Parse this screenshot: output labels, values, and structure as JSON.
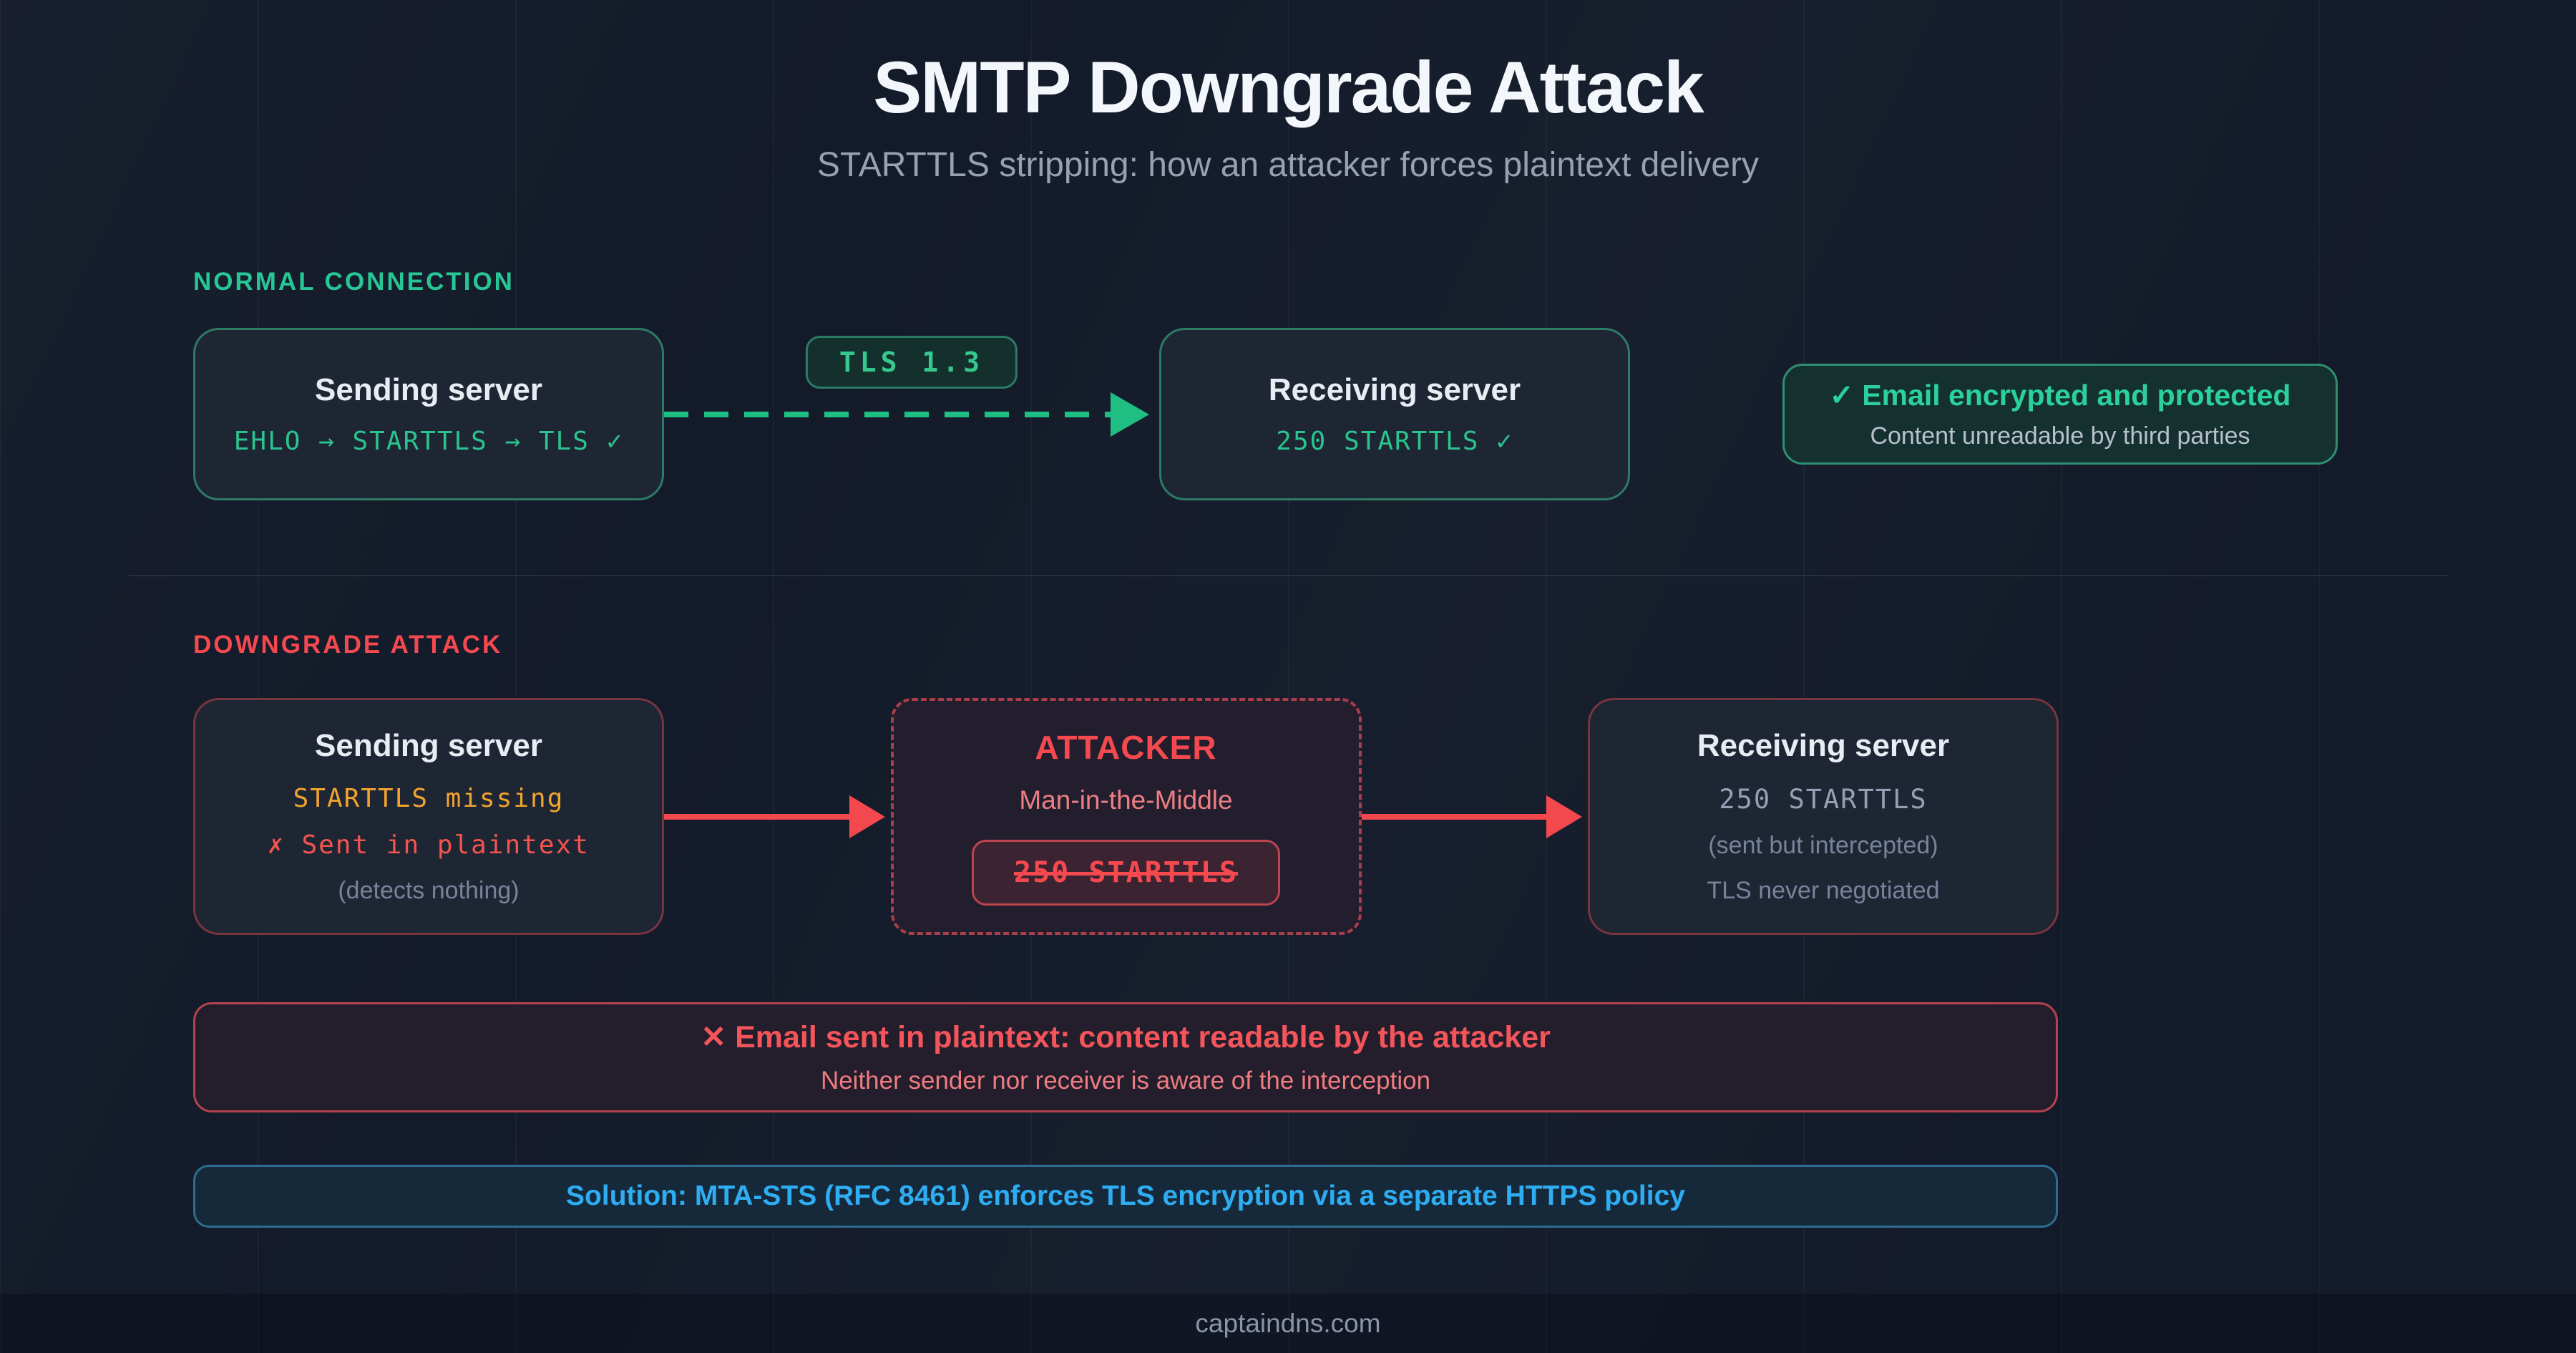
{
  "header": {
    "title": "SMTP Downgrade Attack",
    "subtitle": "STARTTLS stripping: how an attacker forces plaintext delivery"
  },
  "colors": {
    "background": "#131a29",
    "green_accent": "#2bc48e",
    "red_accent": "#f4494f",
    "amber_accent": "#f0a32e",
    "blue_accent": "#2fadf2",
    "card_background": "#1e2634"
  },
  "normal_section": {
    "label": "NORMAL CONNECTION",
    "sending": {
      "title": "Sending server",
      "code": "EHLO → STARTTLS → TLS ✓"
    },
    "badge": "TLS 1.3",
    "receiving": {
      "title": "Receiving server",
      "code": "250 STARTTLS ✓"
    },
    "result": {
      "icon": "✓",
      "title": "Email encrypted and protected",
      "subtitle": "Content unreadable by third parties"
    }
  },
  "attack_section": {
    "label": "DOWNGRADE ATTACK",
    "sending": {
      "title": "Sending server",
      "warn": "STARTTLS missing",
      "error": "✗ Sent in plaintext",
      "note": "(detects nothing)"
    },
    "attacker": {
      "title": "ATTACKER",
      "subtitle": "Man-in-the-Middle",
      "chip": "250 STARTTLS"
    },
    "receiving": {
      "title": "Receiving server",
      "code": "250 STARTTLS",
      "note1": "(sent but intercepted)",
      "note2": "TLS never negotiated"
    },
    "warning": {
      "icon": "✕",
      "title": "Email sent in plaintext: content readable by the attacker",
      "subtitle": "Neither sender nor receiver is aware of the interception"
    },
    "solution": "Solution: MTA-STS (RFC 8461) enforces TLS encryption via a separate HTTPS policy"
  },
  "footer": {
    "text": "captaindns.com"
  }
}
